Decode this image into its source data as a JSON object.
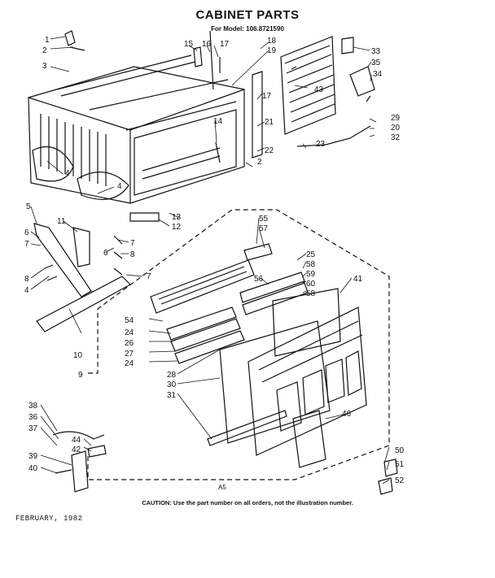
{
  "header": {
    "title": "CABINET PARTS",
    "model_line": "For Model: 106.8721590"
  },
  "footer": {
    "caution": "CAUTION: Use the part number on all orders, not the illustration number.",
    "date": "FEBRUARY, 1982",
    "drawing_code": "A5"
  },
  "callouts": [
    "1",
    "2",
    "3",
    "15",
    "16",
    "17",
    "18",
    "19",
    "33",
    "35",
    "34",
    "43",
    "17",
    "21",
    "22",
    "2",
    "29",
    "20",
    "32",
    "23",
    "14",
    "4",
    "4",
    "13",
    "12",
    "5",
    "6",
    "7",
    "8",
    "4",
    "11",
    "7",
    "6",
    "8",
    "7",
    "55",
    "57",
    "25",
    "58",
    "59",
    "56",
    "60",
    "58",
    "41",
    "54",
    "24",
    "26",
    "27",
    "24",
    "10",
    "9",
    "28",
    "30",
    "31",
    "46",
    "38",
    "36",
    "37",
    "44",
    "42",
    "39",
    "40",
    "50",
    "51",
    "52"
  ]
}
